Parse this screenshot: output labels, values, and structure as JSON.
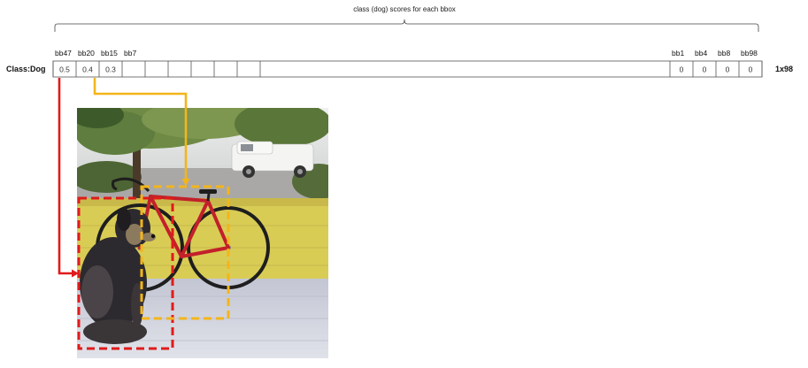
{
  "header": {
    "brace_title": "class (dog) scores for each bbox"
  },
  "row": {
    "label": "Class:Dog",
    "dims": "1x98",
    "left_cells": [
      {
        "label": "bb47",
        "value": "0.5"
      },
      {
        "label": "bb20",
        "value": "0.4"
      },
      {
        "label": "bb15",
        "value": "0.3"
      },
      {
        "label": "bb7",
        "value": ""
      },
      {
        "label": "",
        "value": ""
      },
      {
        "label": "",
        "value": ""
      },
      {
        "label": "",
        "value": ""
      },
      {
        "label": "",
        "value": ""
      },
      {
        "label": "",
        "value": ""
      }
    ],
    "right_cells": [
      {
        "label": "bb1",
        "value": "0"
      },
      {
        "label": "bb4",
        "value": "0"
      },
      {
        "label": "bb8",
        "value": "0"
      },
      {
        "label": "bb98",
        "value": "0"
      }
    ]
  },
  "boxes": [
    {
      "cell": "bb47",
      "color": "#e01b1b"
    },
    {
      "cell": "bb20",
      "color": "#f3b51c"
    }
  ],
  "photo_palette": {
    "sky": "#d9dde0",
    "foliage": "#5f7d3e",
    "foliage_dark": "#3d5a2a",
    "truck": "#f4f4f2",
    "wall_yellow": "#d9cc55",
    "rail_gold": "#c8b94a",
    "floor": "#cfd1dc",
    "bike_red": "#c2202a",
    "dog_dark": "#2c2a2e",
    "dog_tan": "#8c7a5e"
  }
}
